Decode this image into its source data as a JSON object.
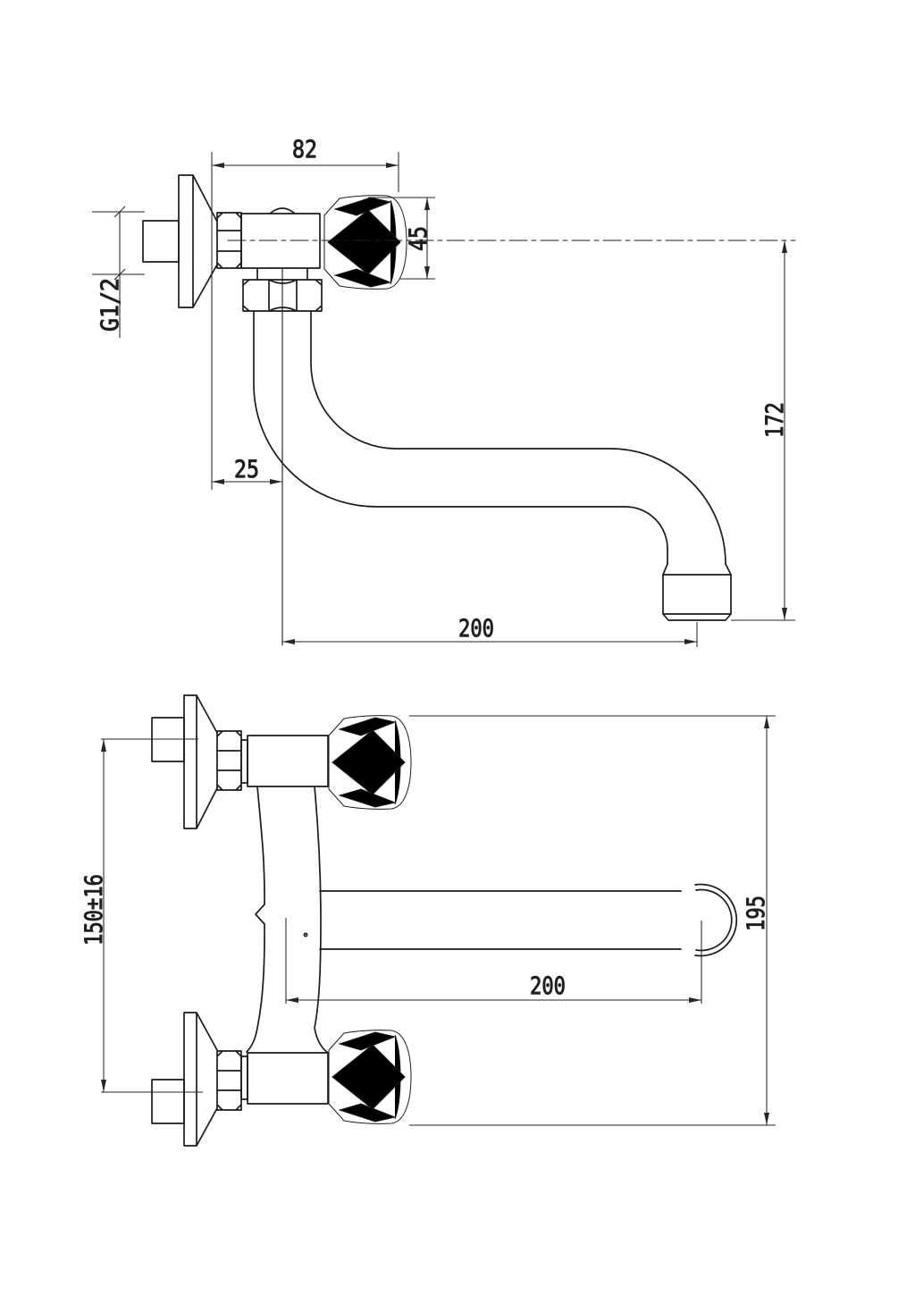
{
  "drawing": {
    "title": "wall-mounted two-handle faucet installation drawing",
    "colors": {
      "background": "#ffffff",
      "line": "#1b1b1b",
      "dimension": "#262626"
    },
    "views": {
      "side": {
        "dimensions": {
          "width_82": "82",
          "handle_45": "45",
          "thread": "G1/2",
          "offset_25": "25",
          "height_172": "172",
          "reach_200": "200"
        }
      },
      "front": {
        "dimensions": {
          "centers_150": "150±16",
          "reach_200": "200",
          "height_195": "195"
        }
      }
    }
  }
}
